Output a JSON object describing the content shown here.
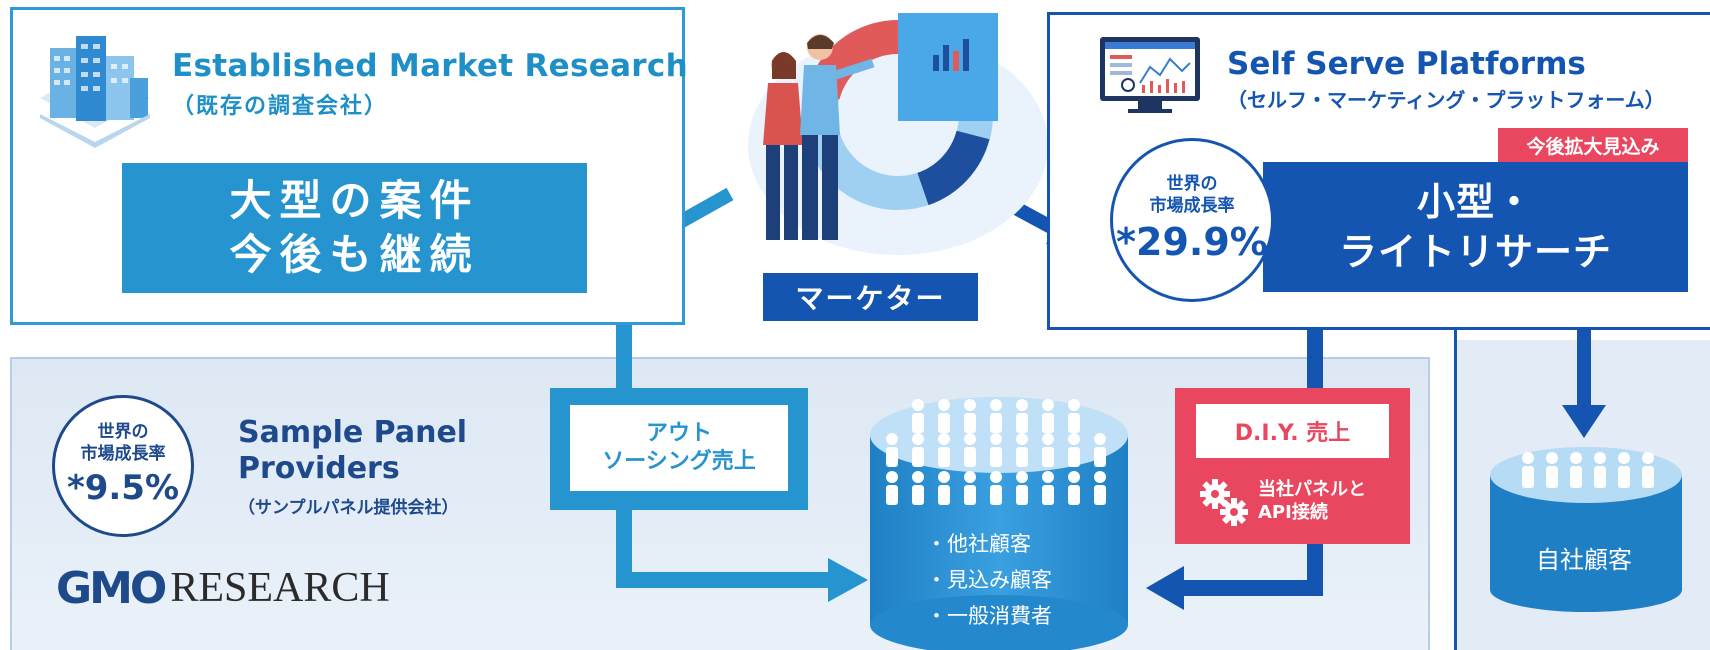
{
  "established": {
    "title": "Established Market Research",
    "subtitle": "（既存の調査会社）",
    "box_line1": "大型の案件",
    "box_line2": "今後も継続"
  },
  "self_serve": {
    "title": "Self Serve Platforms",
    "subtitle": "（セルフ・マーケティング・プラットフォーム）",
    "badge": "今後拡大見込み",
    "box_line1": "小型・",
    "box_line2": "ライトリサーチ",
    "growth_label1": "世界の",
    "growth_label2": "市場成長率",
    "growth_value": "*29.9%"
  },
  "marketer_label": "マーケター",
  "sample_panel": {
    "title_line1": "Sample Panel",
    "title_line2": "Providers",
    "subtitle": "（サンプルパネル提供会社）",
    "growth_label1": "世界の",
    "growth_label2": "市場成長率",
    "growth_value": "*9.5%",
    "logo_part1": "GMO",
    "logo_part2": "RESEARCH"
  },
  "outsourcing": {
    "line1": "アウト",
    "line2": "ソーシング売上"
  },
  "diy": {
    "label": "D.I.Y. 売上",
    "api_line1": "当社パネルと",
    "api_line2": "API接続"
  },
  "panel_db": {
    "items": [
      "・他社顧客",
      "・見込み顧客",
      "・一般消費者"
    ]
  },
  "own_customers": "自社顧客",
  "colors": {
    "light_blue": "#2594cf",
    "dark_blue": "#1355b0",
    "navy": "#1e4a8c",
    "red": "#e8475f"
  }
}
